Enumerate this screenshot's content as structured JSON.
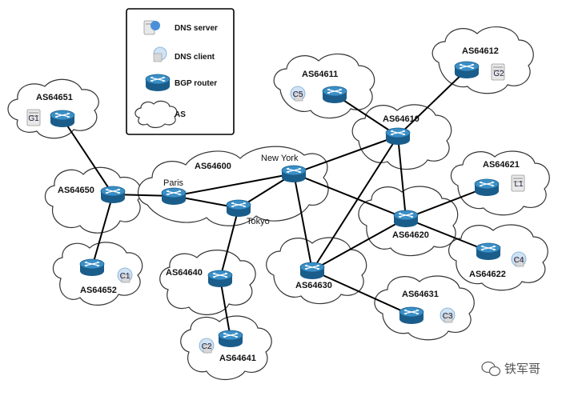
{
  "legend": {
    "dns_server": "DNS server",
    "dns_client": "DNS client",
    "bgp_router": "BGP router",
    "as": "AS"
  },
  "as_labels": {
    "as64651": "AS64651",
    "as64650": "AS64650",
    "as64652": "AS64652",
    "as64600": "AS64600",
    "as64640": "AS64640",
    "as64641": "AS64641",
    "as64611": "AS64611",
    "as64612": "AS64612",
    "as64610": "AS64610",
    "as64621": "AS64621",
    "as64620": "AS64620",
    "as64622": "AS64622",
    "as64630": "AS64630",
    "as64631": "AS64631"
  },
  "city_labels": {
    "paris": "Paris",
    "new_york": "New York",
    "tokyo": "Tokyo"
  },
  "hosts": {
    "g1": "G1",
    "g2": "G2",
    "c1": "C1",
    "c2": "C2",
    "c3": "C3",
    "c4": "C4",
    "c5": "C5",
    "l1": "L1"
  },
  "watermark": "铁军哥"
}
